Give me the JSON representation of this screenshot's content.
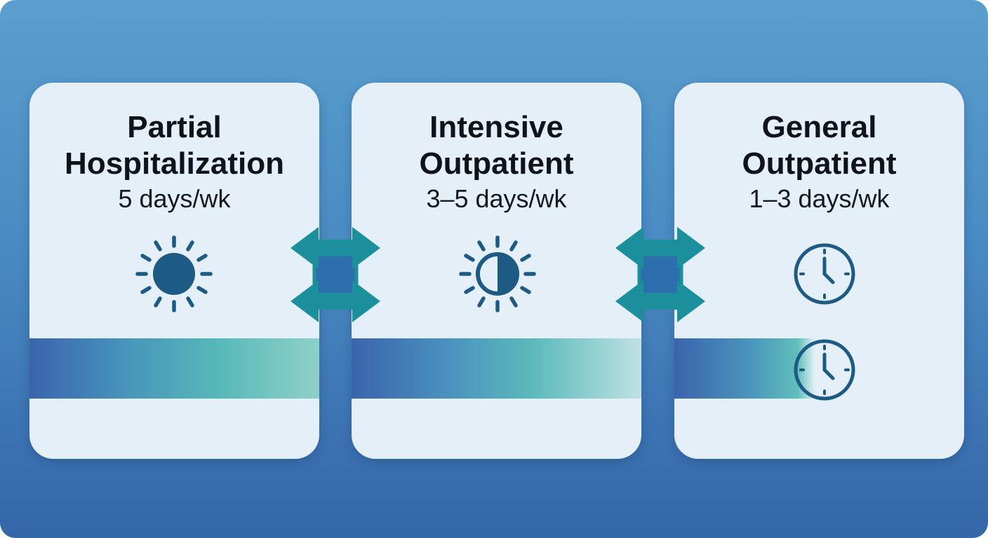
{
  "stages": [
    {
      "title_line1": "Partial",
      "title_line2": "Hospitalization",
      "frequency": "5 days/wk",
      "icon": "sun-icon"
    },
    {
      "title_line1": "Intensive",
      "title_line2": "Outpatient",
      "frequency": "3–5 days/wk",
      "icon": "half-sun-icon"
    },
    {
      "title_line1": "General",
      "title_line2": "Outpatient",
      "frequency": "1–3 days/wk",
      "icon": "clock-icon"
    }
  ],
  "colors": {
    "background_top": "#5a9fcd",
    "background_bottom": "#3466a8",
    "card": "#e4eff7",
    "icon": "#1d5a84",
    "arrow": "#1b8f9b",
    "band_blue": "#3a64ad",
    "band_teal": "#55b8b8"
  }
}
